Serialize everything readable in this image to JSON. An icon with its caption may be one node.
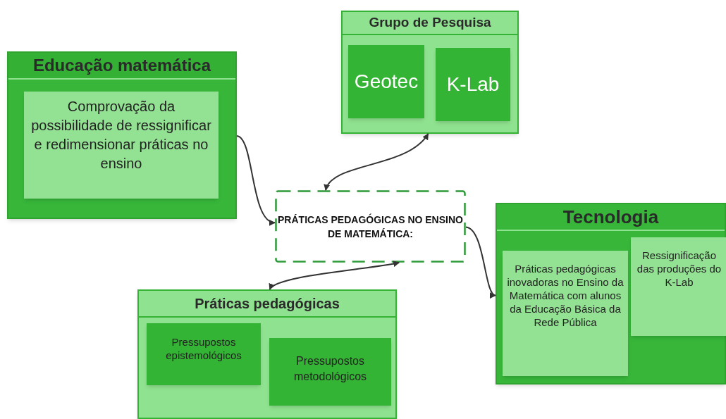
{
  "diagram": {
    "nodes": [
      {
        "text": [
          "Educação matemática"
        ]
      },
      {
        "text": [
          "Comprovação da possibilidade de ressignificar e redimensionar práticas no ensino"
        ],
        "in": 0
      },
      {
        "text": [
          "Grupo de Pesquisa"
        ]
      },
      {
        "text": [
          "Geotec"
        ],
        "in": 2
      },
      {
        "text": [
          "K-Lab"
        ],
        "in": 2
      },
      {
        "text": [
          "PRÁTICAS PEDAGÓGICAS NO ENSINO DE MATEMÁTICA:"
        ]
      },
      {
        "text": [
          "Práticas pedagógicas"
        ]
      },
      {
        "text": [
          "Pressupostos epistemológicos"
        ],
        "in": 6
      },
      {
        "text": [
          "Pressupostos metodológicos"
        ],
        "in": 6
      },
      {
        "text": [
          "Tecnologia"
        ]
      },
      {
        "text": [
          "Práticas pedagógicas inovadoras no Ensino da Matemática com alunos da Educação Básica da Rede Pública"
        ],
        "in": 9
      },
      {
        "text": [
          "Ressignificação das produções do K-Lab"
        ],
        "in": 9
      }
    ],
    "edges": [
      {
        "from": 0,
        "to": 5,
        "arrow": "to"
      },
      {
        "from": 2,
        "to": 5,
        "arrow": "both"
      },
      {
        "from": 6,
        "to": 5,
        "arrow": "both"
      },
      {
        "from": 5,
        "to": 9,
        "arrow": "to"
      }
    ]
  }
}
